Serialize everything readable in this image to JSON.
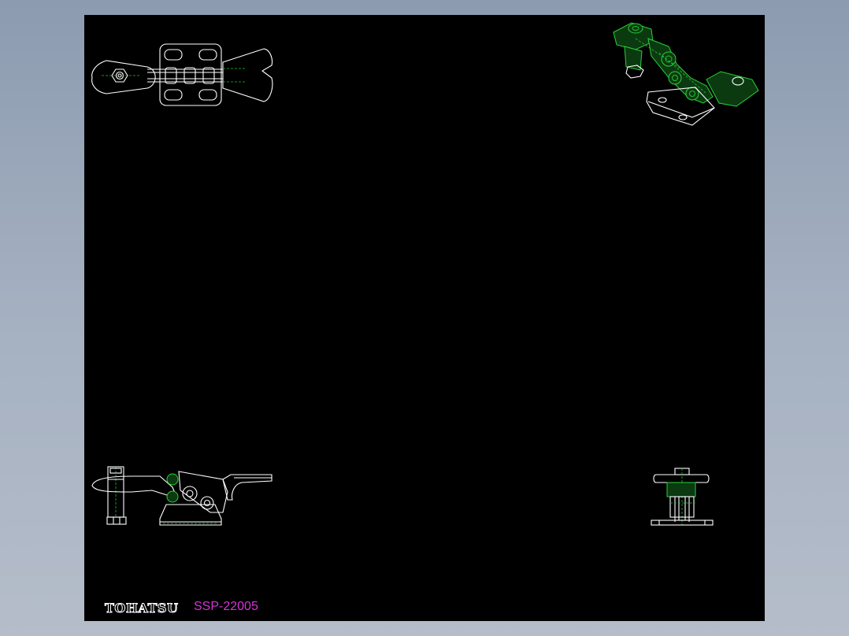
{
  "title_block": {
    "brand": "TOHATSU",
    "part_number": "SSP-22005"
  },
  "colors": {
    "sheet_background": "#000000",
    "window_background": "#9aa6b8",
    "outline": "#ffffff",
    "hidden_lines": "#22c032",
    "part_number_text": "#d633d6"
  },
  "views": [
    "top-view",
    "isometric-view",
    "side-view",
    "end-view"
  ]
}
